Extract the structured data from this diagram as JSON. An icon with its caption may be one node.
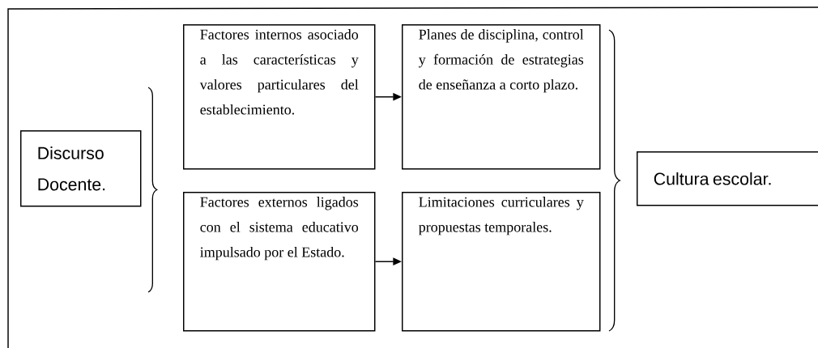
{
  "diagram": {
    "nodes": [
      {
        "text": [
          "Discurso Docente."
        ]
      },
      {
        "text": [
          "Factores internos asociado a las características y valores particulares del establecimiento."
        ]
      },
      {
        "text": [
          "Planes de disciplina, control y formación de estrategias de enseñanza a corto plazo."
        ]
      },
      {
        "text": [
          "Factores externos ligados con el sistema educativo impulsado por el Estado."
        ]
      },
      {
        "text": [
          "Limitaciones curriculares y propuestas temporales."
        ]
      },
      {
        "text": [
          "Cultura escolar."
        ]
      }
    ],
    "edges": [
      {
        "from": 1,
        "to": 2,
        "arrow": "to"
      },
      {
        "from": 3,
        "to": 4,
        "arrow": "to"
      }
    ]
  }
}
